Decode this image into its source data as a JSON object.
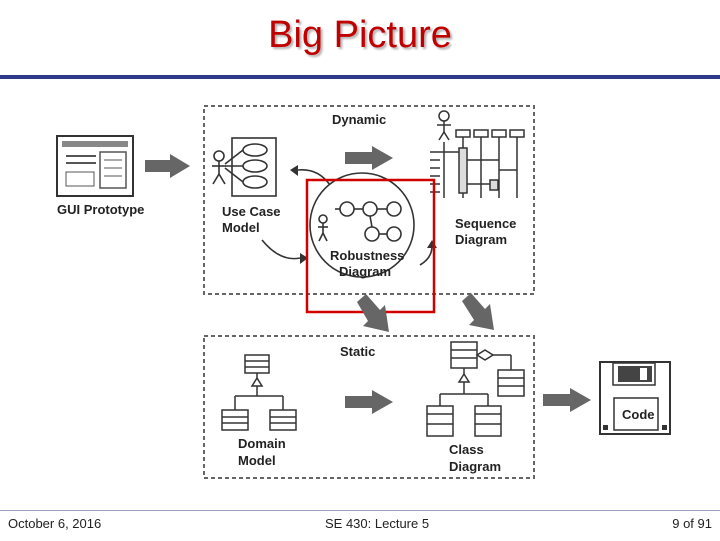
{
  "slide": {
    "title": "Big Picture",
    "footer": {
      "date": "October 6, 2016",
      "course": "SE 430: Lecture 5",
      "page": "9 of 91"
    }
  },
  "diagram": {
    "labels": {
      "dynamic": "Dynamic",
      "static": "Static",
      "gui_prototype": "GUI Prototype",
      "use_case_1": "Use Case",
      "use_case_2": "Model",
      "robustness_1": "Robustness",
      "robustness_2": "Diagram",
      "sequence_1": "Sequence",
      "sequence_2": "Diagram",
      "domain_1": "Domain",
      "domain_2": "Model",
      "class_1": "Class",
      "class_2": "Diagram",
      "code": "Code"
    },
    "colors": {
      "highlight": "#d00000",
      "arrow": "#666666",
      "border": "#666666"
    }
  }
}
